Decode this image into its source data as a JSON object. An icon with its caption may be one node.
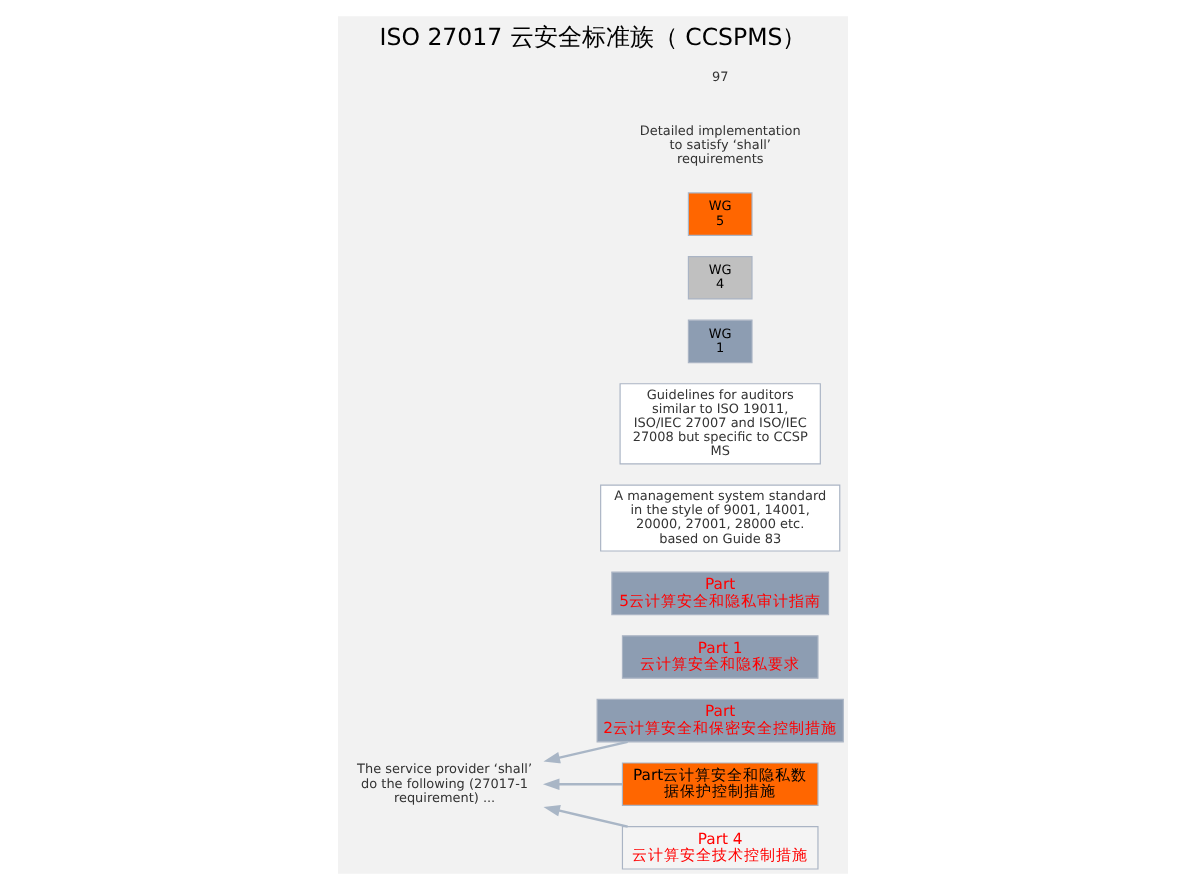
{
  "diagram": {
    "title": "ISO 27017 云安全标准族（ CCSPMS）",
    "nodes": [
      {
        "text": [
          "The service provider ‘shall’ do the following (27017-1 requirement) ..."
        ]
      },
      {
        "text": [
          "Part 1 云计算安全和隐私要求"
        ]
      },
      {
        "text": [
          "Part 2云计算安全和保密安全控制措施"
        ]
      },
      {
        "text": [
          "Part云计算安全和隐私数据保护控制措施"
        ]
      },
      {
        "text": [
          "Part 4 云计算安全技术控制措施"
        ]
      },
      {
        "text": [
          "Part 5云计算安全和隐私审计指南"
        ]
      },
      {
        "text": [
          "A management system standard in the style of 9001, 14001, 20000, 27001, 28000 etc. based on Guide 83"
        ]
      },
      {
        "text": [
          "Guidelines for auditors similar to ISO 19011, ISO/IEC 27007 and ISO/IEC 27008 but specific to CCSP MS"
        ]
      },
      {
        "text": [
          "WG 1"
        ]
      },
      {
        "text": [
          "WG 4"
        ]
      },
      {
        "text": [
          "WG 5"
        ]
      }
    ],
    "edges": [
      {
        "from": 2,
        "to": 0,
        "arrow": "to"
      },
      {
        "from": 3,
        "to": 0,
        "arrow": "to"
      },
      {
        "from": 4,
        "to": 0,
        "arrow": "to"
      }
    ],
    "labels": [
      "Detailed implementation to satisfy ‘shall’ requirements",
      "97"
    ]
  }
}
